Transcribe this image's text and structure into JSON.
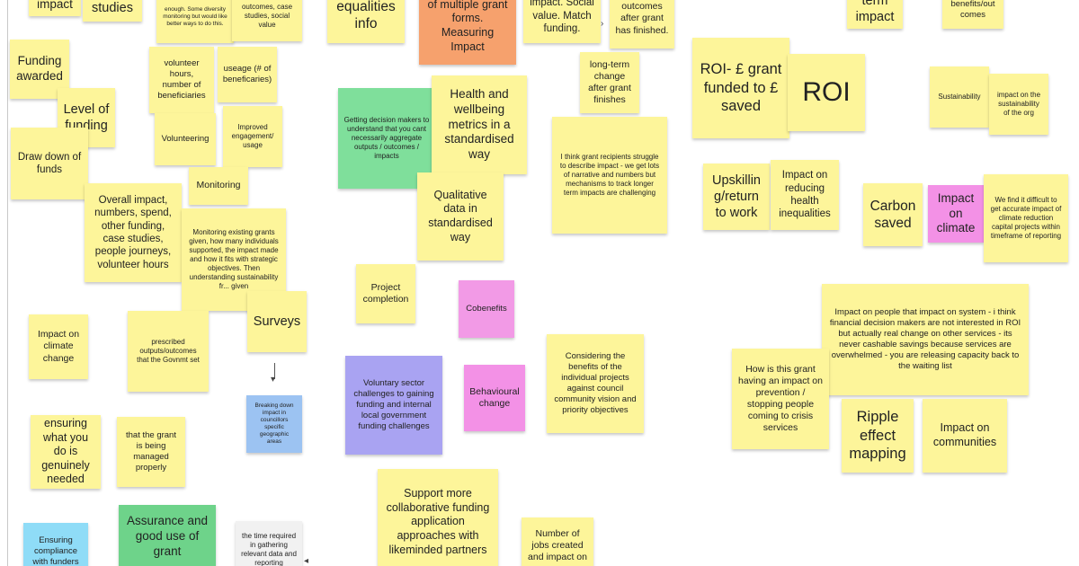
{
  "board": {
    "notes": [
      {
        "name": "note-impact-topleft",
        "text": "impact",
        "color": "yellow"
      },
      {
        "name": "note-studies",
        "text": "studies",
        "color": "yellow"
      },
      {
        "name": "note-diversity-monitoring",
        "text": "enough. Some diversity monitoring but would like better ways to do this.",
        "color": "yellow"
      },
      {
        "name": "note-outcomes-case-studies",
        "text": "outcomes, case studies, social value",
        "color": "yellow"
      },
      {
        "name": "note-equalities-info",
        "text": "equalities info",
        "color": "yellow"
      },
      {
        "name": "note-grant-forms-measuring",
        "text": "of multiple grant forms. Measuring Impact",
        "color": "orange"
      },
      {
        "name": "note-impact-social-value",
        "text": "impact. Social value. Match funding.",
        "color": "yellow"
      },
      {
        "name": "note-outcomes-after-grant",
        "text": "outcomes after grant has finished.",
        "color": "yellow"
      },
      {
        "name": "note-term-impact",
        "text": "term impact",
        "color": "yellow"
      },
      {
        "name": "note-benefits-outcomes",
        "text": "benefits/out comes",
        "color": "yellow"
      },
      {
        "name": "note-funding-awarded",
        "text": "Funding awarded",
        "color": "yellow"
      },
      {
        "name": "note-volunteer-hours",
        "text": "volunteer hours, number of beneficiaries",
        "color": "yellow"
      },
      {
        "name": "note-useage",
        "text": "useage (# of beneficaries)",
        "color": "yellow"
      },
      {
        "name": "note-decision-makers",
        "text": "Getting decision makers to understand that you cant necessarily aggregate outputs / outcomes / impacts",
        "color": "green"
      },
      {
        "name": "note-health-wellbeing",
        "text": "Health and wellbeing metrics in a standardised way",
        "color": "yellow"
      },
      {
        "name": "note-long-term-change",
        "text": "long-term change after grant finishes",
        "color": "yellow"
      },
      {
        "name": "note-roi-grant-funded",
        "text": "ROI- £ grant funded to £ saved",
        "color": "yellow"
      },
      {
        "name": "note-roi",
        "text": "ROI",
        "color": "yellow"
      },
      {
        "name": "note-sustainability",
        "text": "Sustainability",
        "color": "yellow"
      },
      {
        "name": "note-impact-sustainability-org",
        "text": "impact on the sustainability of the org",
        "color": "yellow"
      },
      {
        "name": "note-level-of-funding",
        "text": "Level of funding",
        "color": "yellow"
      },
      {
        "name": "note-volunteering",
        "text": "Volunteering",
        "color": "yellow"
      },
      {
        "name": "note-improved-engagement",
        "text": "Improved engagement/ usage",
        "color": "yellow"
      },
      {
        "name": "note-grant-recipients-struggle",
        "text": "I think grant recipients struggle to describe impact - we get lots of narrative and numbers but mechanisms to track longer term impacts are challenging",
        "color": "yellow"
      },
      {
        "name": "note-draw-down-funds",
        "text": "Draw down of funds",
        "color": "yellow"
      },
      {
        "name": "note-monitoring",
        "text": "Monitoring",
        "color": "yellow"
      },
      {
        "name": "note-qualitative-data",
        "text": "Qualitative data in standardised way",
        "color": "yellow"
      },
      {
        "name": "note-upskilling",
        "text": "Upskillin g/return to work",
        "color": "yellow"
      },
      {
        "name": "note-health-inequalities",
        "text": "Impact on reducing health inequalities",
        "color": "yellow"
      },
      {
        "name": "note-carbon-saved",
        "text": "Carbon saved",
        "color": "yellow"
      },
      {
        "name": "note-impact-on-climate-pink",
        "text": "Impact on climate",
        "color": "pink"
      },
      {
        "name": "note-climate-reduction-difficult",
        "text": "We find it difficult to get accurate impact of climate reduction capital projects within timeframe of reporting",
        "color": "yellow"
      },
      {
        "name": "note-overall-impact",
        "text": "Overall impact, numbers, spend, other funding, case studies, people journeys, volunteer hours",
        "color": "yellow"
      },
      {
        "name": "note-monitoring-existing-grants",
        "text": "Monitoring existing grants given, how many individuals supported, the impact made and how it fits with strategic objectives. Then understanding sustainability fr... given",
        "color": "yellow"
      },
      {
        "name": "note-project-completion",
        "text": "Project completion",
        "color": "yellow"
      },
      {
        "name": "note-cobenefits",
        "text": "Cobenefits",
        "color": "pink"
      },
      {
        "name": "note-impact-people-system",
        "text": "Impact on people that impact on system - i think financial decision makers are not interested in ROI but actually real change on other services - its never cashable savings because services are overwhelmed - you are releasing capacity back to the waiting list",
        "color": "yellow"
      },
      {
        "name": "note-surveys",
        "text": "Surveys",
        "color": "yellow"
      },
      {
        "name": "note-impact-climate-change",
        "text": "Impact on climate change",
        "color": "yellow"
      },
      {
        "name": "note-prescribed-outputs",
        "text": "prescribed outputs/outcomes that the Govnmt set",
        "color": "yellow"
      },
      {
        "name": "note-considering-benefits",
        "text": "Considering the benefits of the individual projects against council community vision and priority objectives",
        "color": "yellow"
      },
      {
        "name": "note-voluntary-sector",
        "text": "Voluntary sector challenges to gaining funding and internal local government funding challenges",
        "color": "violet"
      },
      {
        "name": "note-behavioural-change",
        "text": "Behavioural change",
        "color": "pink"
      },
      {
        "name": "note-grant-prevention",
        "text": "How is this grant having an impact on prevention / stopping people coming to crisis services",
        "color": "yellow"
      },
      {
        "name": "note-breaking-down-impact",
        "text": "Breaking down impact in councillors specific geographic areas",
        "color": "blue"
      },
      {
        "name": "note-ripple-effect",
        "text": "Ripple effect mapping",
        "color": "yellow"
      },
      {
        "name": "note-impact-communities",
        "text": "Impact on communities",
        "color": "yellow"
      },
      {
        "name": "note-genuinely-needed",
        "text": "ensuring what you do is genuinely needed",
        "color": "yellow"
      },
      {
        "name": "note-grant-managed",
        "text": "that the grant is being managed properly",
        "color": "yellow"
      },
      {
        "name": "note-support-collaborative",
        "text": "Support more collaborative funding application approaches with likeminded partners",
        "color": "yellow"
      },
      {
        "name": "note-ensuring-compliance",
        "text": "Ensuring compliance with funders",
        "color": "cyan"
      },
      {
        "name": "note-assurance",
        "text": "Assurance and good use of grant",
        "color": "green"
      },
      {
        "name": "note-time-required",
        "text": "the time required in gathering relevant data and reporting",
        "color": "grey"
      },
      {
        "name": "note-jobs-created",
        "text": "Number of jobs created and impact on",
        "color": "yellow"
      }
    ]
  }
}
